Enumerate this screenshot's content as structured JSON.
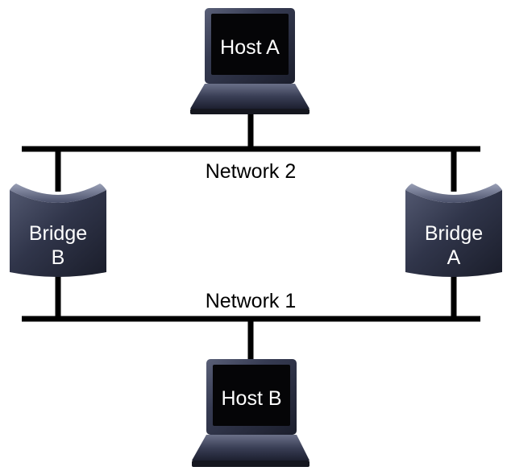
{
  "diagram": {
    "hosts": [
      {
        "name": "Host A"
      },
      {
        "name": "Host B"
      }
    ],
    "bridges": [
      {
        "line1": "Bridge",
        "line2": "B"
      },
      {
        "line1": "Bridge",
        "line2": "A"
      }
    ],
    "networks": [
      {
        "name": "Network 2"
      },
      {
        "name": "Network 1"
      }
    ]
  },
  "colors": {
    "line": "#000000",
    "device_body": "#2e3347",
    "device_screen": "#050507",
    "device_text": "#ffffff"
  }
}
